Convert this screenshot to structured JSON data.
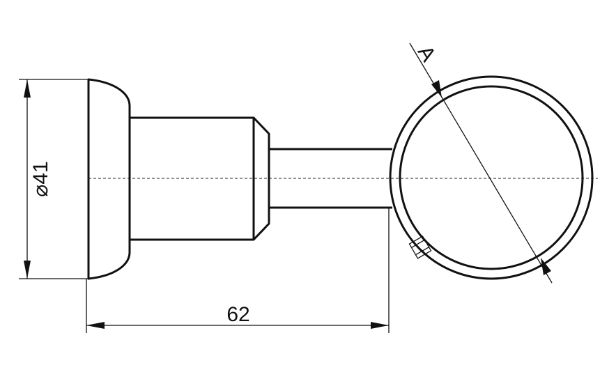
{
  "diagram": {
    "dimension_width": "62",
    "dimension_diameter": "⌀41",
    "section_label": "A",
    "line_color": "#111111",
    "background": "#ffffff"
  }
}
